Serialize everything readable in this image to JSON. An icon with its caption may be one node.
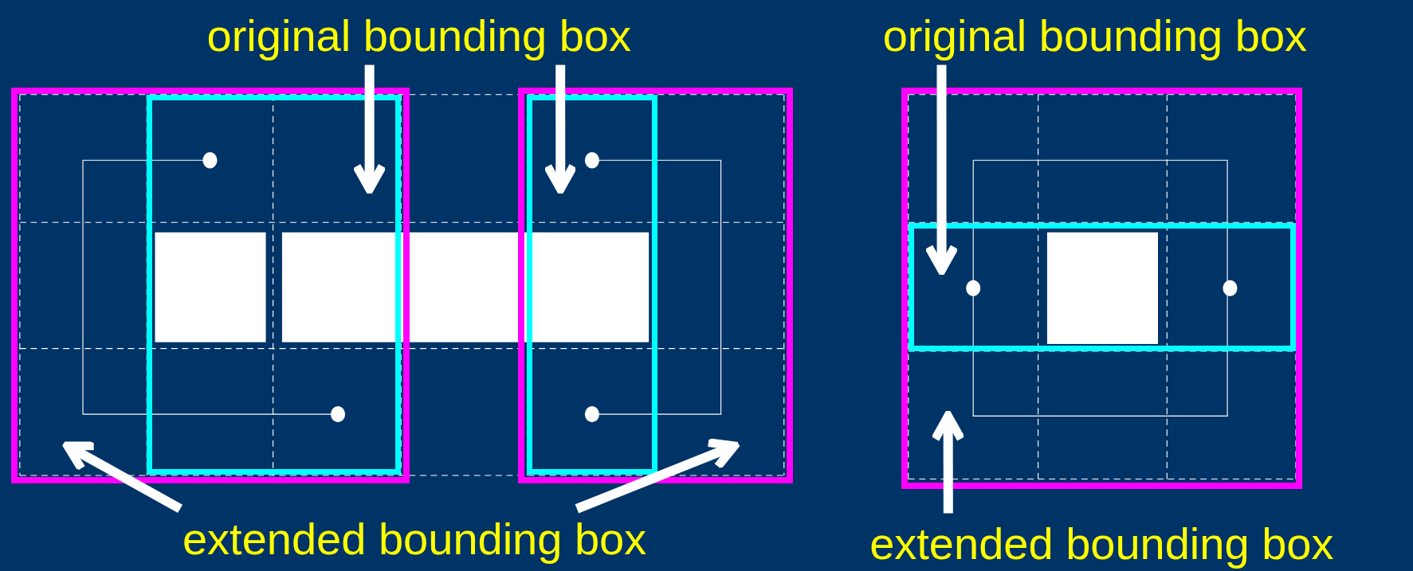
{
  "diagram": {
    "nodes": [
      {
        "text": [
          "original bounding box"
        ]
      },
      {
        "text": [
          "original bounding box"
        ]
      },
      {
        "text": [],
        "shape": "box"
      },
      {
        "text": [],
        "shape": "box",
        "in": 2
      },
      {
        "text": [],
        "shape": "box"
      },
      {
        "text": [],
        "shape": "box",
        "in": 4
      },
      {
        "text": [],
        "shape": "box"
      },
      {
        "text": [],
        "shape": "box",
        "in": 6
      },
      {
        "text": [
          "extended bounding box"
        ]
      },
      {
        "text": [
          "extended bounding box"
        ]
      }
    ],
    "edges": [
      {
        "from": 0,
        "to": 3,
        "arrow": "to"
      },
      {
        "from": 0,
        "to": 5,
        "arrow": "to"
      },
      {
        "from": 1,
        "to": 7,
        "arrow": "to"
      },
      {
        "from": 8,
        "to": 2,
        "arrow": "to"
      },
      {
        "from": 8,
        "to": 4,
        "arrow": "to"
      },
      {
        "from": 9,
        "to": 6,
        "arrow": "to"
      }
    ]
  }
}
